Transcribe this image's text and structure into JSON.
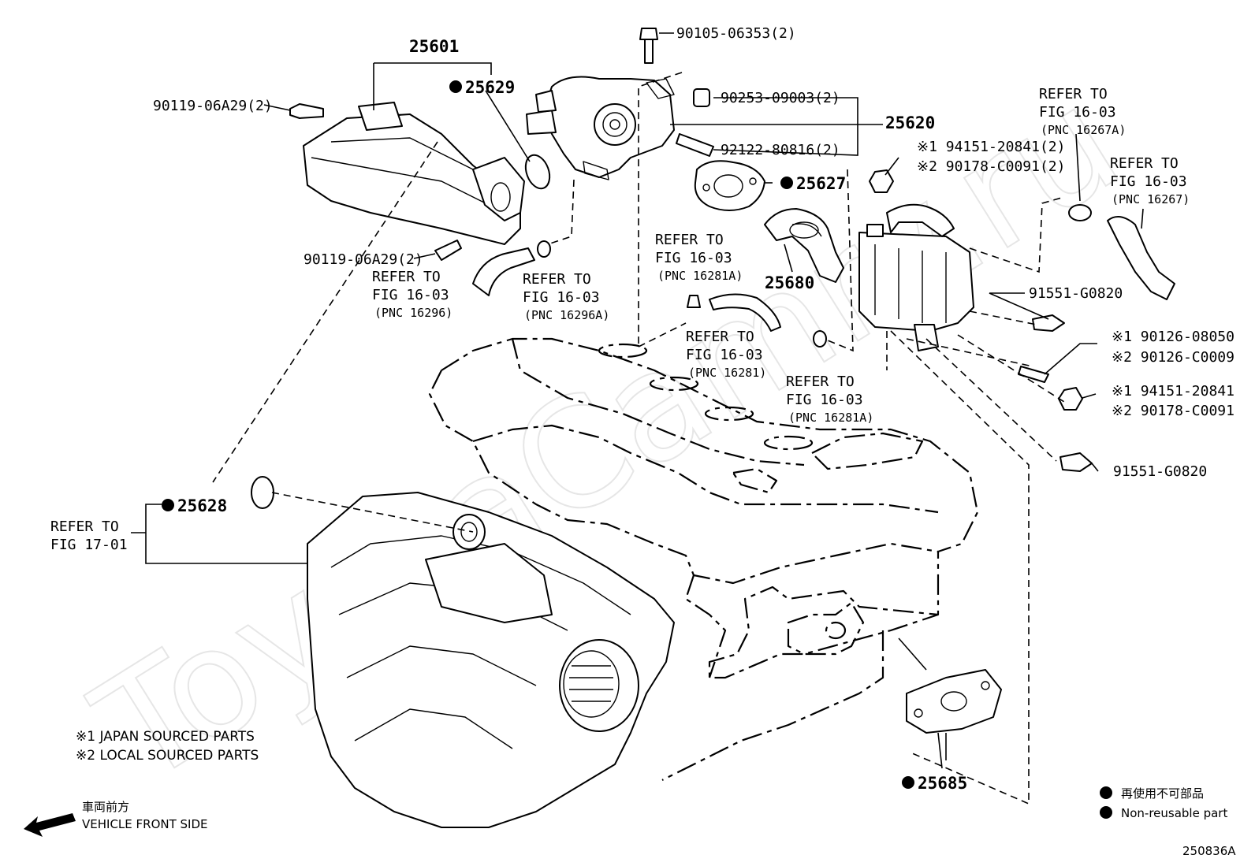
{
  "watermark": "ToyotaCamry.ru",
  "parts": {
    "p25601": "25601",
    "p25629": "25629",
    "p25620": "25620",
    "p25627": "25627",
    "p25680": "25680",
    "p25628": "25628",
    "p25685": "25685"
  },
  "fasteners": {
    "f90105": "90105-06353(2)",
    "f90253": "90253-09003(2)",
    "f92122": "92122-80816(2)",
    "f90119a": "90119-06A29(2)",
    "f90119b": "90119-06A29(2)",
    "f94151a": "※1 94151-20841(2)",
    "f90178a": "※2 90178-C0091(2)",
    "f91551a": "91551-G0820",
    "f90126a": "※1 90126-08050",
    "f90126b": "※2 90126-C0009",
    "f94151b": "※1 94151-20841",
    "f90178b": "※2 90178-C0091",
    "f91551b": "91551-G0820"
  },
  "refs": {
    "r16296": {
      "line1": "REFER TO",
      "line2": "FIG 16-03",
      "pnc": "(PNC 16296)"
    },
    "r16296a": {
      "line1": "REFER TO",
      "line2": "FIG 16-03",
      "pnc": "(PNC 16296A)"
    },
    "r16281a_top": {
      "line1": "REFER TO",
      "line2": "FIG 16-03",
      "pnc": "(PNC 16281A)"
    },
    "r16281": {
      "line1": "REFER TO",
      "line2": "FIG 16-03",
      "pnc": "(PNC 16281)"
    },
    "r16281a_bot": {
      "line1": "REFER TO",
      "line2": "FIG 16-03",
      "pnc": "(PNC 16281A)"
    },
    "r16267a": {
      "line1": "REFER TO",
      "line2": "FIG 16-03",
      "pnc": "(PNC 16267A)"
    },
    "r16267": {
      "line1": "REFER TO",
      "line2": "FIG 16-03",
      "pnc": "(PNC 16267)"
    },
    "r1701": {
      "line1": "REFER TO",
      "line2": "FIG 17-01"
    }
  },
  "notes": {
    "note1": "※1 JAPAN SOURCED PARTS",
    "note2": "※2 LOCAL SOURCED PARTS"
  },
  "front": {
    "jp": "車両前方",
    "en": "VEHICLE FRONT SIDE"
  },
  "legend": {
    "jp": "再使用不可部品",
    "en": "Non-reusable part"
  },
  "figure_id": "250836A"
}
